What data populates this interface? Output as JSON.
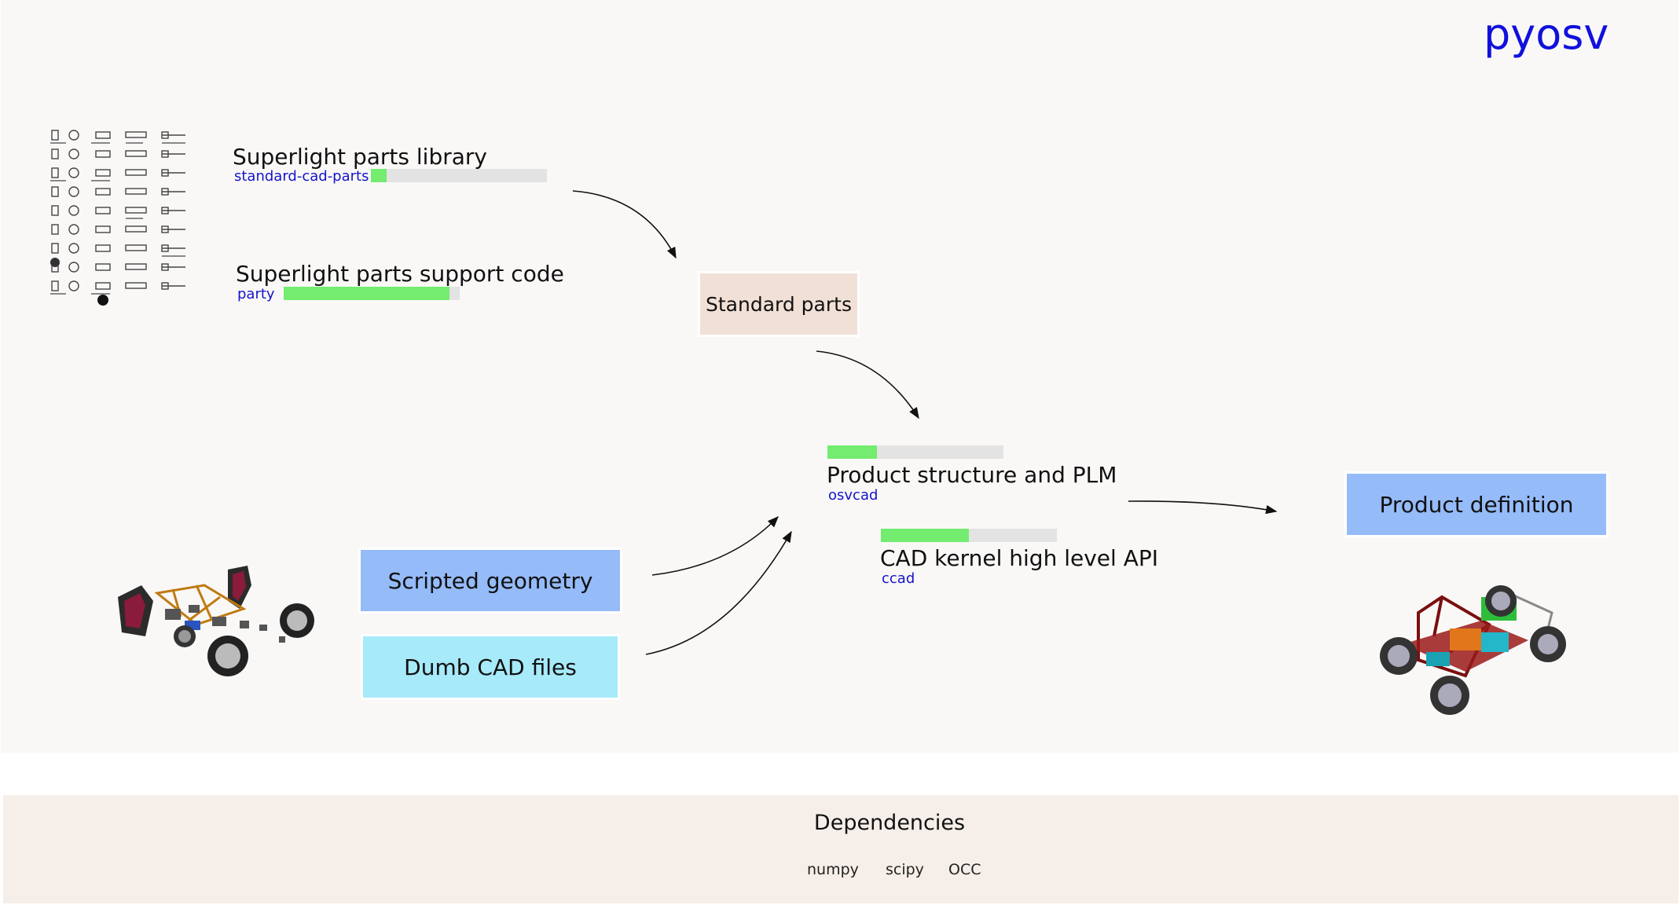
{
  "brand": {
    "name": "pyosv"
  },
  "components": [
    {
      "id": "parts_library",
      "title": "Superlight parts library",
      "package": "standard-cad-parts",
      "progress": 0.09
    },
    {
      "id": "parts_support",
      "title": "Superlight parts support code",
      "package": "party",
      "progress": 0.94
    },
    {
      "id": "plm",
      "title": "Product structure and PLM",
      "package": "osvcad",
      "progress": 0.28
    },
    {
      "id": "cad_kernel",
      "title": "CAD kernel high level API",
      "package": "ccad",
      "progress": 0.5
    }
  ],
  "boxes": {
    "standard_parts": "Standard parts",
    "scripted_geometry": "Scripted geometry",
    "dumb_cad_files": "Dumb CAD files",
    "product_definition": "Product definition"
  },
  "images": {
    "parts_sheet": "standard-parts-catalog-image",
    "exploded_car": "exploded-car-assembly-image",
    "assembled_car": "assembled-car-image"
  },
  "dependencies": {
    "title": "Dependencies",
    "items": [
      "numpy",
      "scipy",
      "OCC"
    ]
  },
  "colors": {
    "accent_text": "#1010dd",
    "progress_fill": "#73ec6f",
    "progress_track": "#e3e3e3",
    "standard_parts_box": "#f1e0d6",
    "scripted_geometry_box": "#95bbf9",
    "dumb_cad_files_box": "#a7eafa",
    "product_definition_box": "#95bbf9",
    "dependencies_panel": "#f6efe9"
  }
}
